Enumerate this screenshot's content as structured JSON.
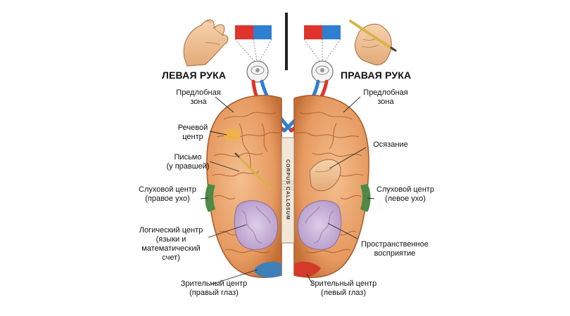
{
  "headings": {
    "left_hand": "ЛЕВАЯ РУКА",
    "right_hand": "ПРАВАЯ РУКА"
  },
  "corpus_callosum": "CORPUS CALLOSUM",
  "labels_left": {
    "prefrontal": [
      "Предлобная",
      "зона"
    ],
    "speech": [
      "Речевой",
      "центр"
    ],
    "writing": [
      "Письмо",
      "(у правшей)"
    ],
    "auditory": [
      "Слуховой центр",
      "(правое ухо)"
    ],
    "logic": [
      "Логический центр",
      "(языки и",
      "математический",
      "счет)"
    ],
    "visual": [
      "Зрительный центр",
      "(правый глаз)"
    ]
  },
  "labels_right": {
    "prefrontal": [
      "Предлобная",
      "зона"
    ],
    "touch": [
      "Осязание"
    ],
    "auditory": [
      "Слуховой центр",
      "(левое ухо)"
    ],
    "spatial": [
      "Пространственное",
      "восприятие"
    ],
    "visual": [
      "Зрительный центр",
      "(левый глаз)"
    ]
  },
  "colors": {
    "brain": "#e8a06a",
    "brain_dark": "#b9652f",
    "logic_area": "#c9b2d8",
    "auditory_area": "#4e8a45",
    "speech_area": "#f2b24a",
    "visual_left": "#3f7fb8",
    "visual_right": "#d33a2a",
    "red": "#e0332c",
    "blue": "#2f7fd0"
  }
}
